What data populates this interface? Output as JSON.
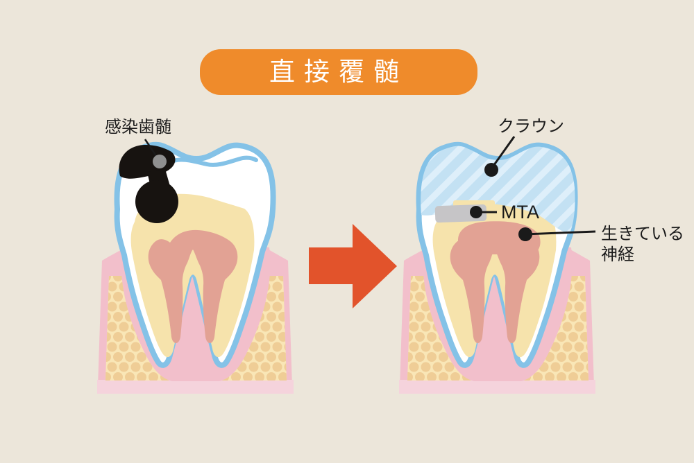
{
  "banner": {
    "title": "直接覆髄"
  },
  "left_panel": {
    "label_infected_pulp": "感染歯髄"
  },
  "right_panel": {
    "label_crown": "クラウン",
    "label_mta": "MTA",
    "label_nerve_line1": "生きている",
    "label_nerve_line2": "神経"
  },
  "colors": {
    "background": "#ECE6DA",
    "banner_orange": "#EF8B2B",
    "arrow_orange_red": "#E2532B",
    "tooth_outline_blue": "#84C2E7",
    "enamel_white": "#FFFFFF",
    "dentin_yellow": "#F6E3AC",
    "pulp_salmon": "#E2A294",
    "gum_pink": "#F2BFCB",
    "gum_pink_light": "#F5D3DC",
    "bone_yellow": "#F9E6B6",
    "bone_dot_tan": "#EFCD96",
    "crown_blue": "#C3E1F3",
    "crown_stripe_blue": "#DEEFFA",
    "mta_gray": "#C6C5C7",
    "decay_black": "#171310",
    "label_black": "#1A1A1A",
    "marker_gray": "#909090"
  }
}
